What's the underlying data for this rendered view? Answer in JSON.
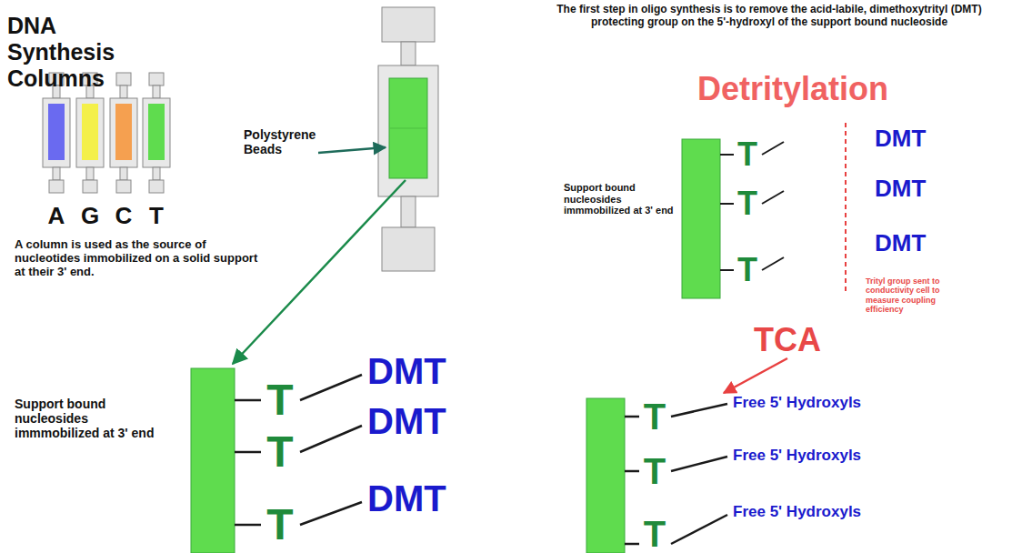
{
  "diagram": {
    "title": "DNA Synthesis Columns",
    "labels": [
      "A",
      "G",
      "C",
      "T",
      "A column is used as the source of nucleotides immobilized on a solid support at their 3' end.",
      "Polystyrene Beads",
      "Support bound nucleosides immmobilized at 3' end",
      "T",
      "T",
      "T",
      "DMT",
      "DMT",
      "DMT",
      "The first step in oligo synthesis is to remove the acid-labile, dimethoxytrityl (DMT) protecting group on the 5'-hydroxyl of the support bound nucleoside",
      "Detritylation",
      "Support bound nucleosides immmobilized at 3' end",
      "T",
      "T",
      "T",
      "DMT",
      "DMT",
      "DMT",
      "Trityl group sent to conductivity cell to measure coupling efficiency",
      "TCA",
      "T",
      "T",
      "T",
      "Free 5' Hydroxyls",
      "Free 5' Hydroxyls",
      "Free 5' Hydroxyls"
    ]
  }
}
